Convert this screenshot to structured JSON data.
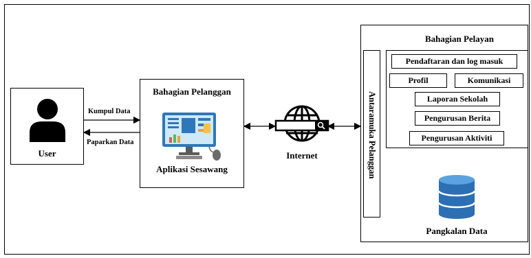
{
  "user": {
    "label": "User"
  },
  "flows": {
    "collect": "Kumpul Data",
    "present": "Paparkan Data"
  },
  "customer": {
    "title": "Bahagian Pelanggan",
    "app": "Aplikasi Sesawang"
  },
  "internet": {
    "label": "Internet"
  },
  "service": {
    "title": "Bahagian Pelayan",
    "interface": "Antaramuka Pelanggan",
    "modules": {
      "registration": "Pendaftaran dan log masuk",
      "profile": "Profil",
      "communication": "Komunikasi",
      "school_report": "Laporan Sekolah",
      "news": "Pengurusan Berita",
      "activity": "Pengurusan Aktiviti"
    },
    "database": "Pangkalan Data"
  },
  "colors": {
    "monitor_blue": "#2e78b8",
    "screen": "#cfe9f7",
    "db_blue": "#2c6fb3",
    "db_light": "#5aa3e0"
  }
}
